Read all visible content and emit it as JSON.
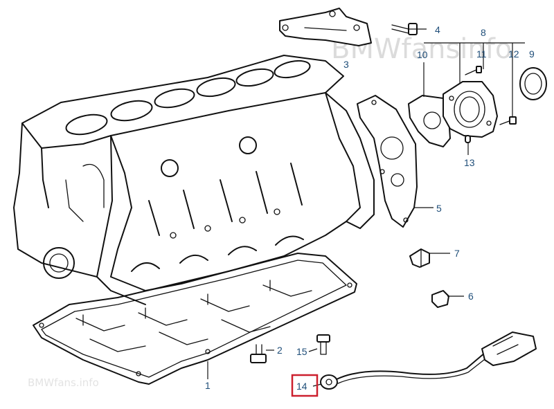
{
  "watermark": {
    "text": "BMWfansinfo",
    "small_text": "BMWfans.info"
  },
  "callouts": [
    {
      "id": "c1",
      "label": "1"
    },
    {
      "id": "c2",
      "label": "2"
    },
    {
      "id": "c3",
      "label": "3"
    },
    {
      "id": "c4",
      "label": "4"
    },
    {
      "id": "c5",
      "label": "5"
    },
    {
      "id": "c6",
      "label": "6"
    },
    {
      "id": "c7",
      "label": "7"
    },
    {
      "id": "c8",
      "label": "8"
    },
    {
      "id": "c9",
      "label": "9"
    },
    {
      "id": "c10",
      "label": "10"
    },
    {
      "id": "c11",
      "label": "11"
    },
    {
      "id": "c12",
      "label": "12"
    },
    {
      "id": "c13",
      "label": "13"
    },
    {
      "id": "c14",
      "label": "14",
      "highlighted": true
    },
    {
      "id": "c15",
      "label": "15"
    }
  ],
  "colors": {
    "callout_text": "#1f4e79",
    "highlight_box": "#cc1f2d",
    "line": "#111111",
    "watermark": "#cfcfcf"
  }
}
